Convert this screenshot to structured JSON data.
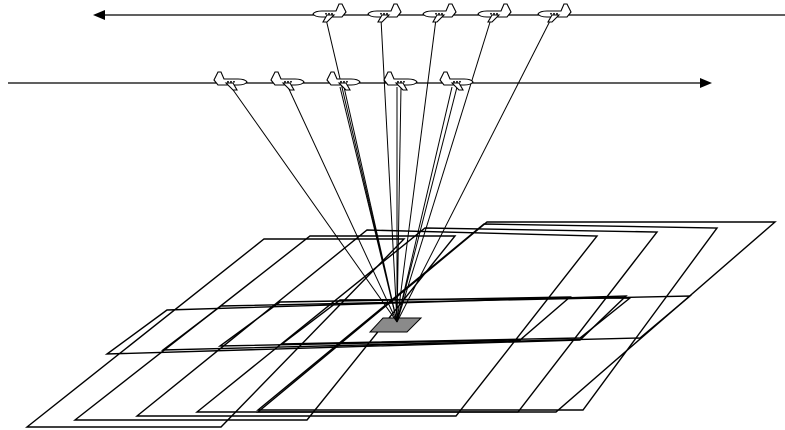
{
  "diagram": {
    "type": "aerial-survey-illustration",
    "flight_lines": [
      {
        "direction": "left",
        "aircraft_count": 5
      },
      {
        "direction": "right",
        "aircraft_count": 5
      }
    ],
    "footprint_count": 10,
    "colors": {
      "line": "#000000",
      "background": "#ffffff",
      "target_fill": "#8a8a8a"
    }
  }
}
